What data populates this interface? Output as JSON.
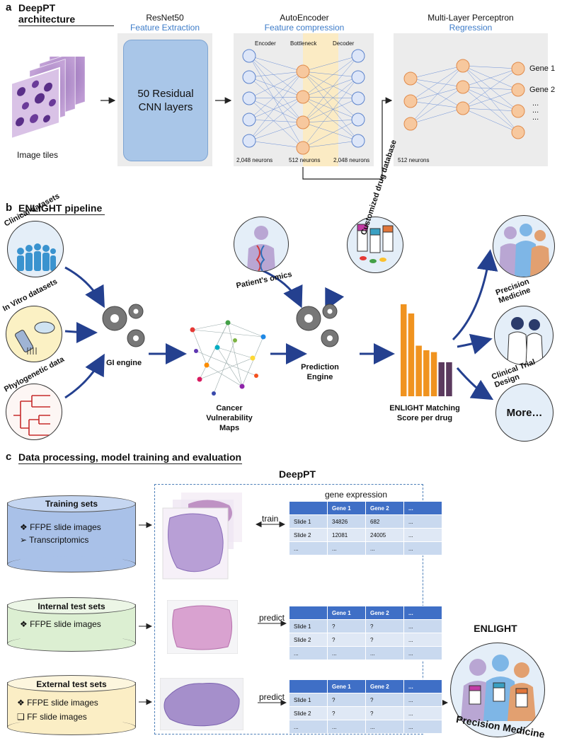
{
  "panel_a": {
    "letter": "a",
    "title": "DeepPT architecture",
    "image_tiles_label": "Image tiles",
    "resnet": {
      "title": "ResNet50",
      "subtitle": "Feature Extraction",
      "box_text": "50 Residual CNN layers"
    },
    "autoencoder": {
      "title": "AutoEncoder",
      "subtitle": "Feature compression",
      "encoder": "Encoder",
      "bottleneck": "Bottleneck",
      "decoder": "Decoder",
      "n_in": "2,048 neurons",
      "n_mid": "512 neurons",
      "n_out": "2,048 neurons"
    },
    "mlp": {
      "title": "Multi-Layer Perceptron",
      "subtitle": "Regression",
      "neurons": "512 neurons",
      "gene1": "Gene 1",
      "gene2": "Gene 2",
      "dots": "..."
    }
  },
  "panel_b": {
    "letter": "b",
    "title": "ENLIGHT pipeline",
    "clinical": "Clinical datasets",
    "invitro": "In Vitro datasets",
    "phylo": "Phylogenetic data",
    "gi_engine": "GI engine",
    "cancer_maps": "Cancer Vulnerability Maps",
    "patient": "Patient's omics",
    "drugdb": "Customized drug database",
    "prediction": "Prediction Engine",
    "score": "ENLIGHT Matching Score  per drug",
    "precision": "Precision Medicine",
    "trial": "Clinical Trial Design",
    "more": "More…"
  },
  "panel_c": {
    "letter": "c",
    "title": "Data processing, model training and evaluation",
    "deeppt": "DeepPT",
    "enlight": "ENLIGHT",
    "precision": "Precision Medicine",
    "gene_expression": "gene expression",
    "train": "train",
    "predict": "predict",
    "training": {
      "title": "Training sets",
      "b1": "FFPE slide images",
      "b2": "Transcriptomics"
    },
    "internal": {
      "title": "Internal test sets",
      "b1": "FFPE slide images"
    },
    "external": {
      "title": "External test sets",
      "b1": "FFPE slide images",
      "b2": "FF slide images"
    },
    "table_header": [
      "",
      "Gene 1",
      "Gene 2",
      "..."
    ],
    "train_rows": [
      [
        "Slide 1",
        "34826",
        "682",
        "..."
      ],
      [
        "Slide 2",
        "12081",
        "24005",
        "..."
      ],
      [
        "...",
        "...",
        "...",
        "..."
      ]
    ],
    "pred_rows": [
      [
        "Slide 1",
        "?",
        "?",
        "..."
      ],
      [
        "Slide 2",
        "?",
        "?",
        "..."
      ],
      [
        "...",
        "...",
        "...",
        "..."
      ]
    ]
  },
  "colors": {
    "accent_blue": "#3d7cc9",
    "bar_orange": "#f0931f",
    "bar_purple": "#5b3a5e",
    "arrow_navy": "#24408f"
  },
  "chart_data": {
    "type": "bar",
    "values": [
      100,
      90,
      55,
      50,
      48,
      37,
      37
    ],
    "ylim": [
      0,
      100
    ]
  }
}
